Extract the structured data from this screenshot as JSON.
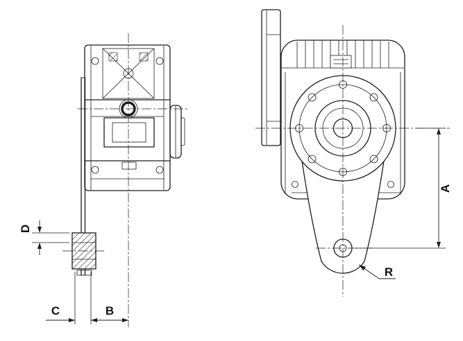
{
  "drawing": {
    "labels": {
      "a": "A",
      "b": "B",
      "c": "C",
      "d": "D",
      "r": "R"
    }
  }
}
